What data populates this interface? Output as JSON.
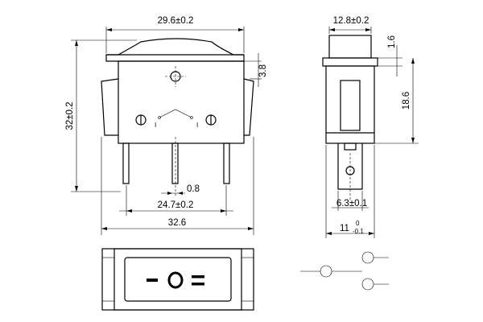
{
  "dimensions": {
    "front_top_width": "29.6±0.2",
    "front_height": "32±0.2",
    "front_pin_offset": "3.8",
    "front_pin_width": "0.8",
    "front_pin_span": "24.7±0.2",
    "front_total_width": "32.6",
    "side_top_width": "12.8±0.2",
    "side_cap_height": "1.6",
    "side_body_height": "18.6",
    "side_pin_width": "6.3±0.1",
    "side_total_depth_base": "11",
    "side_total_depth_upper": "0",
    "side_total_depth_lower": "-0.1"
  },
  "markings": {
    "front_pos_left": "I",
    "front_pos_right": "I",
    "bottom_off_symbol": "O"
  }
}
